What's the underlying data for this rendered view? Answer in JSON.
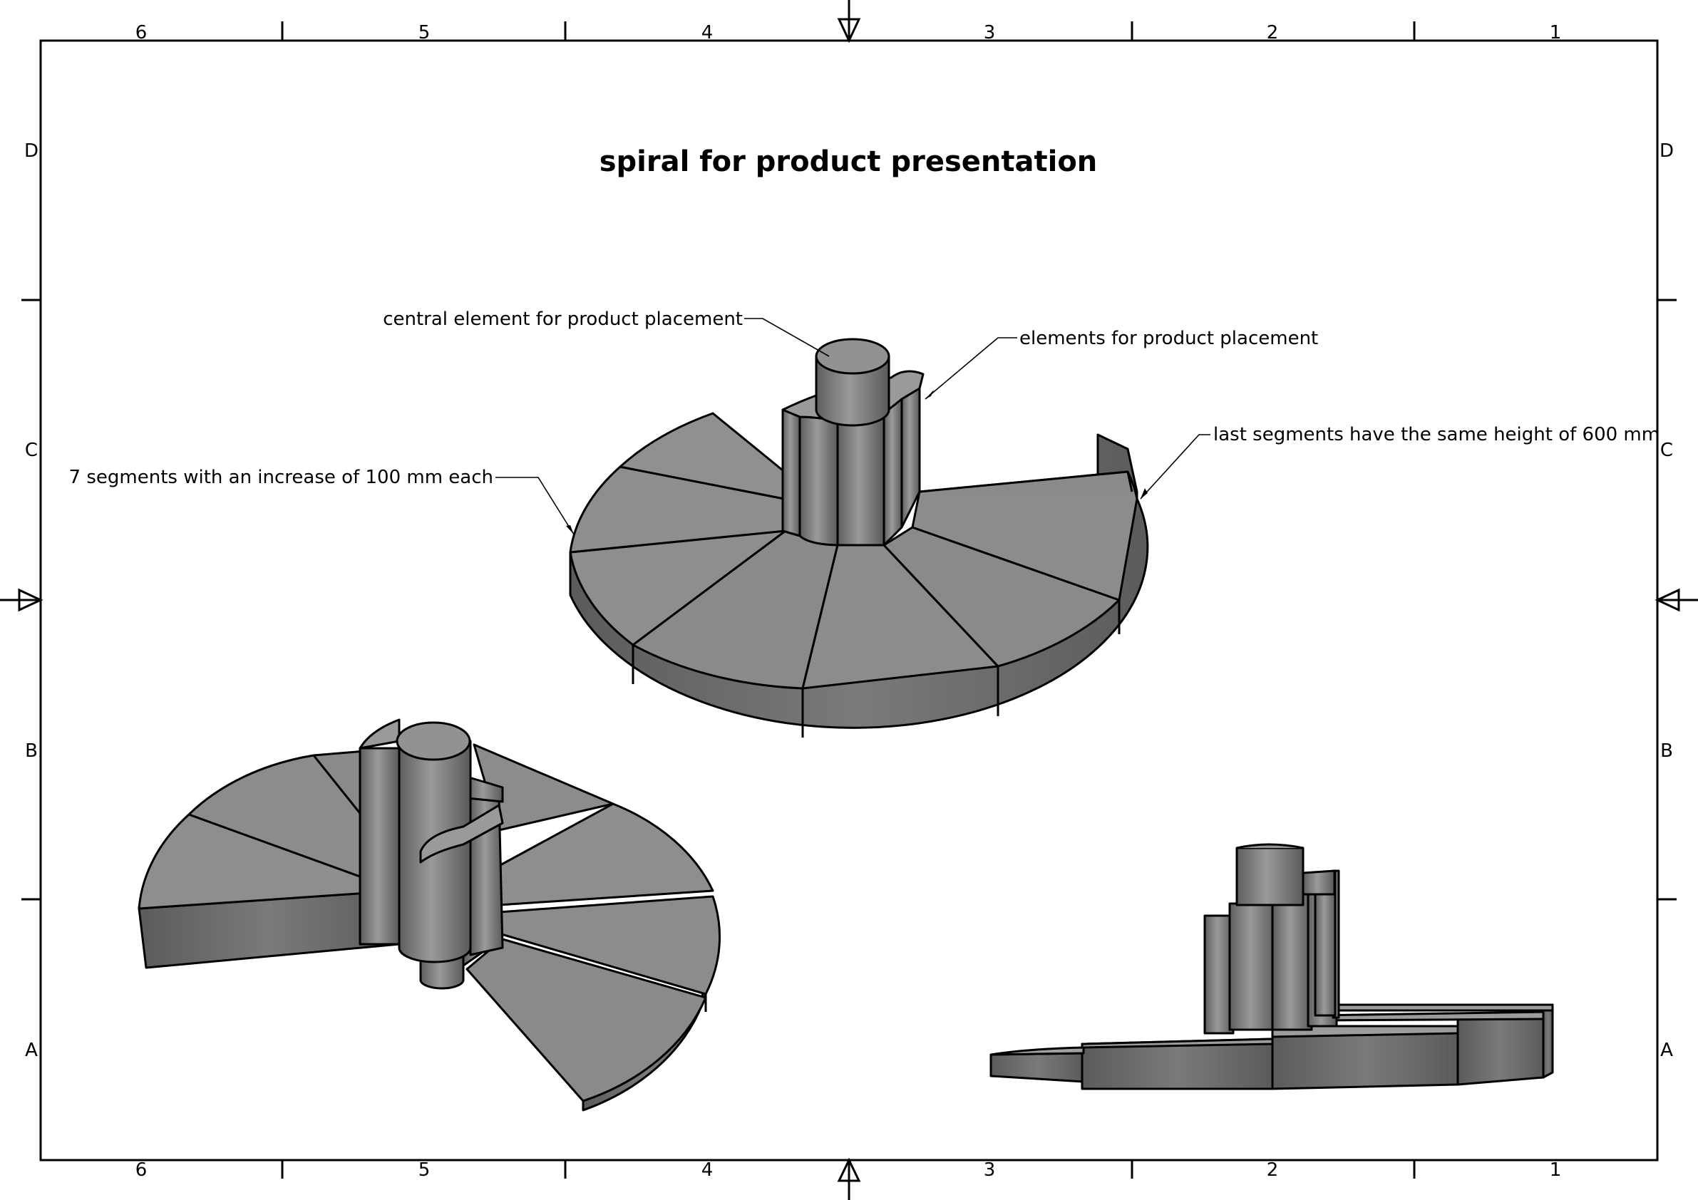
{
  "title": "spiral for product presentation",
  "frame": {
    "columns_top": [
      "6",
      "5",
      "4",
      "3",
      "2",
      "1"
    ],
    "columns_bottom": [
      "6",
      "5",
      "4",
      "3",
      "2",
      "1"
    ],
    "rows_left": [
      "D",
      "C",
      "B",
      "A"
    ],
    "rows_right": [
      "D",
      "C",
      "B",
      "A"
    ]
  },
  "annotations": {
    "central_element": "central element for product placement",
    "elements": "elements for product placement",
    "last_segments": "last segments have the same height of 600 mm",
    "seven_segments": "7 segments with an increase of 100 mm each"
  },
  "colors": {
    "face_top": "#8c8c8c",
    "face_side": "#6f6f6f",
    "face_dark": "#5a5a5a",
    "edge": "#000000"
  }
}
